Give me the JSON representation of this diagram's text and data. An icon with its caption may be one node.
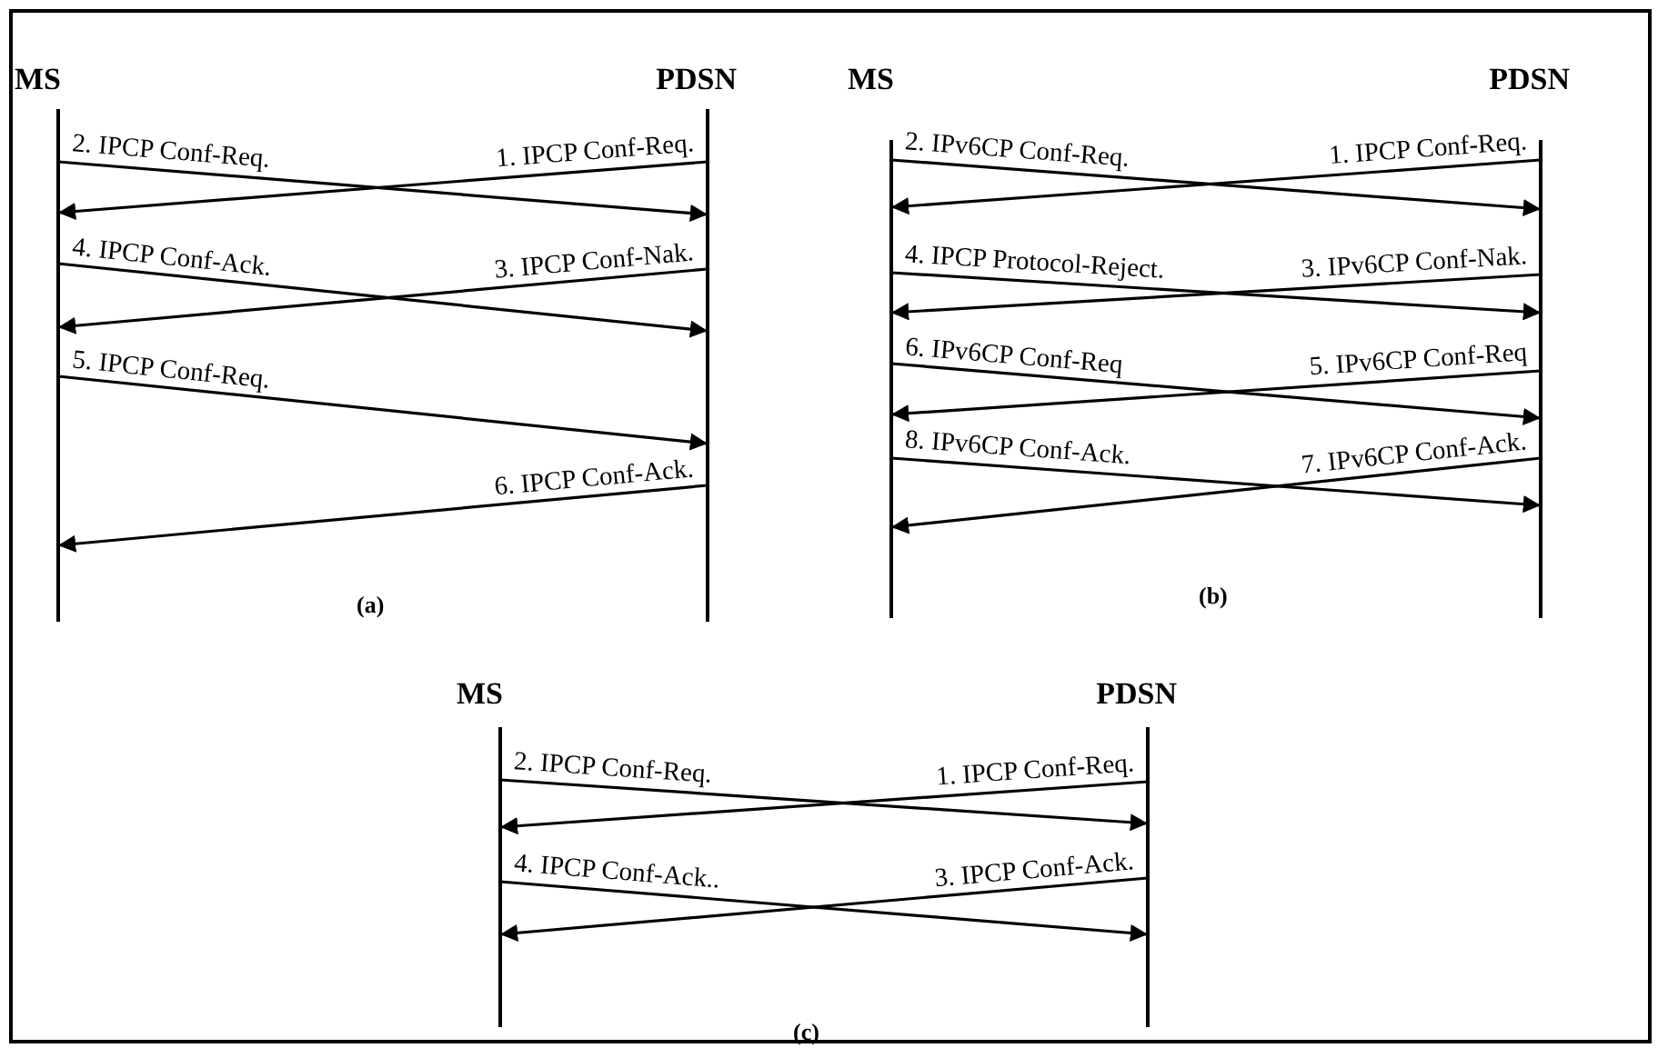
{
  "diagram": {
    "nodes": [
      {
        "text": [
          "MS"
        ]
      },
      {
        "text": [
          "PDSN"
        ]
      },
      {
        "text": [
          "MS"
        ]
      },
      {
        "text": [
          "PDSN"
        ]
      },
      {
        "text": [
          "MS"
        ]
      },
      {
        "text": [
          "PDSN"
        ]
      }
    ],
    "edges": [
      {
        "from": 1,
        "to": 0,
        "arrow": "to",
        "label": "1. IPCP Conf-Req."
      },
      {
        "from": 0,
        "to": 1,
        "arrow": "to",
        "label": "2. IPCP Conf-Req."
      },
      {
        "from": 1,
        "to": 0,
        "arrow": "to",
        "label": "3. IPCP Conf-Nak."
      },
      {
        "from": 0,
        "to": 1,
        "arrow": "to",
        "label": "4. IPCP Conf-Ack."
      },
      {
        "from": 0,
        "to": 1,
        "arrow": "to",
        "label": "5. IPCP Conf-Req."
      },
      {
        "from": 1,
        "to": 0,
        "arrow": "to",
        "label": "6. IPCP Conf-Ack."
      },
      {
        "from": 3,
        "to": 2,
        "arrow": "to",
        "label": "1. IPCP Conf-Req."
      },
      {
        "from": 2,
        "to": 3,
        "arrow": "to",
        "label": "2. IPv6CP Conf-Req."
      },
      {
        "from": 3,
        "to": 2,
        "arrow": "to",
        "label": "3. IPv6CP Conf-Nak."
      },
      {
        "from": 2,
        "to": 3,
        "arrow": "to",
        "label": "4. IPCP Protocol-Reject."
      },
      {
        "from": 3,
        "to": 2,
        "arrow": "to",
        "label": "5. IPv6CP Conf-Req"
      },
      {
        "from": 2,
        "to": 3,
        "arrow": "to",
        "label": "6. IPv6CP Conf-Req"
      },
      {
        "from": 3,
        "to": 2,
        "arrow": "to",
        "label": "7. IPv6CP Conf-Ack."
      },
      {
        "from": 2,
        "to": 3,
        "arrow": "to",
        "label": "8. IPv6CP Conf-Ack."
      },
      {
        "from": 5,
        "to": 4,
        "arrow": "to",
        "label": "1. IPCP Conf-Req."
      },
      {
        "from": 4,
        "to": 5,
        "arrow": "to",
        "label": "2. IPCP Conf-Req."
      },
      {
        "from": 5,
        "to": 4,
        "arrow": "to",
        "label": "3. IPCP Conf-Ack."
      },
      {
        "from": 4,
        "to": 5,
        "arrow": "to",
        "label": "4. IPCP Conf-Ack.."
      }
    ],
    "labels": [
      "(a)",
      "(b)",
      "(c)"
    ]
  }
}
